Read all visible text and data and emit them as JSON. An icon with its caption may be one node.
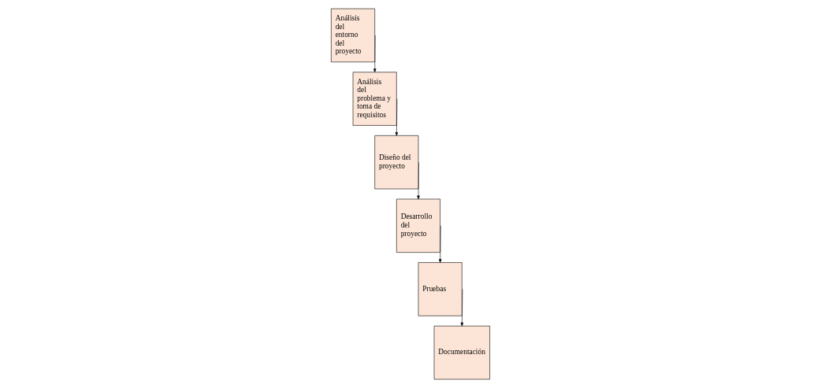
{
  "diagram": {
    "nodes": [
      {
        "text": [
          "Análisis del entorno del proyecto"
        ]
      },
      {
        "text": [
          "Análisis del problema y toma de requisitos"
        ]
      },
      {
        "text": [
          "Diseño del proyecto"
        ]
      },
      {
        "text": [
          "Desarrollo del proyecto"
        ]
      },
      {
        "text": [
          "Pruebas"
        ]
      },
      {
        "text": [
          "Documentación"
        ]
      }
    ],
    "edges": [
      {
        "from": 0,
        "to": 1,
        "arrow": "to"
      },
      {
        "from": 1,
        "to": 2,
        "arrow": "to"
      },
      {
        "from": 2,
        "to": 3,
        "arrow": "to"
      },
      {
        "from": 3,
        "to": 4,
        "arrow": "to"
      },
      {
        "from": 4,
        "to": 5,
        "arrow": "to"
      }
    ]
  }
}
